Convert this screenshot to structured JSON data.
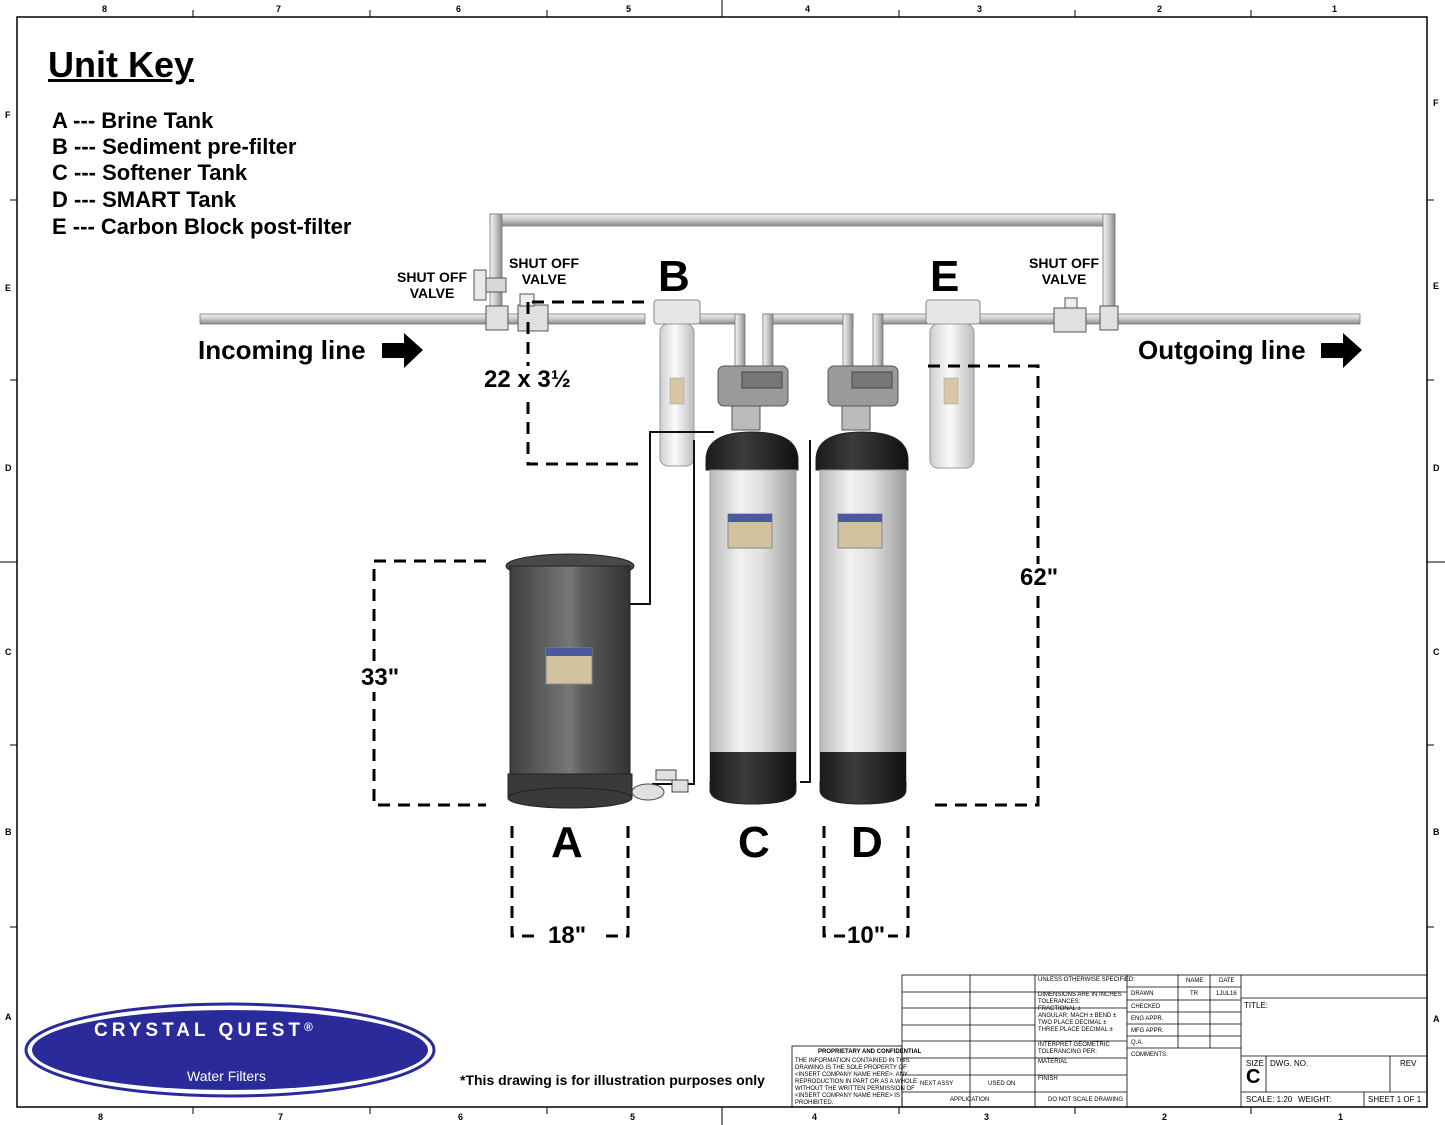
{
  "unit_key": {
    "title": "Unit Key",
    "items": [
      "A --- Brine Tank",
      "B --- Sediment pre-filter",
      "C --- Softener Tank",
      "D --- SMART Tank",
      "E --- Carbon Block post-filter"
    ]
  },
  "labels": {
    "incoming": "Incoming line",
    "outgoing": "Outgoing line",
    "shut_off_valve_line1": "SHUT OFF",
    "shut_off_valve_line2": "VALVE",
    "b": "B",
    "e": "E",
    "a": "A",
    "c": "C",
    "d": "D"
  },
  "dimensions": {
    "prefilter": "22 x 3½",
    "brine_height": "33\"",
    "tank_height": "62\"",
    "brine_width": "18\"",
    "tank_width": "10\""
  },
  "logo": {
    "name": "CRYSTAL QUEST",
    "reg": "®",
    "sub": "Water Filters",
    "color": "#2a2a9a"
  },
  "disclaimer": "*This drawing is for illustration purposes only",
  "ruler": {
    "columns": [
      "8",
      "7",
      "6",
      "5",
      "4",
      "3",
      "2",
      "1"
    ],
    "rows": [
      "F",
      "E",
      "D",
      "C",
      "B",
      "A"
    ]
  },
  "title_block": {
    "unless": "UNLESS OTHERWISE SPECIFIED:",
    "dims": "DIMENSIONS ARE IN INCHES",
    "tolerances": "TOLERANCES:",
    "fractional": "FRACTIONAL ±",
    "angular": "ANGULAR: MACH ±    BEND ±",
    "two_place": "TWO PLACE DECIMAL   ±",
    "three_place": "THREE PLACE DECIMAL   ±",
    "interpret": "INTERPRET GEOMETRIC",
    "tolerancing": "TOLERANCING PER:",
    "material": "MATERIAL",
    "finish": "FINISH",
    "do_not_scale": "DO NOT SCALE DRAWING",
    "name_hdr": "NAME",
    "date_hdr": "DATE",
    "drawn": "DRAWN",
    "drawn_name": "TR",
    "drawn_date": "1JUL16",
    "checked": "CHECKED",
    "eng_appr": "ENG APPR.",
    "mfg_appr": "MFG APPR.",
    "qa": "Q.A.",
    "comments": "COMMENTS:",
    "title": "TITLE:",
    "size": "SIZE",
    "size_val": "C",
    "dwg_no": "DWG.  NO.",
    "rev": "REV",
    "scale": "SCALE: 1:20",
    "weight": "WEIGHT:",
    "sheet": "SHEET 1 OF 1",
    "next_assy": "NEXT ASSY",
    "used_on": "USED ON",
    "application": "APPLICATION",
    "prop_title": "PROPRIETARY AND CONFIDENTIAL",
    "prop_l1": "THE INFORMATION CONTAINED IN THIS",
    "prop_l2": "DRAWING IS THE SOLE PROPERTY OF",
    "prop_l3": "<INSERT COMPANY NAME HERE>.  ANY",
    "prop_l4": "REPRODUCTION IN PART OR AS A WHOLE",
    "prop_l5": "WITHOUT THE WRITTEN PERMISSION OF",
    "prop_l6": "<INSERT COMPANY NAME HERE> IS",
    "prop_l7": "PROHIBITED."
  }
}
